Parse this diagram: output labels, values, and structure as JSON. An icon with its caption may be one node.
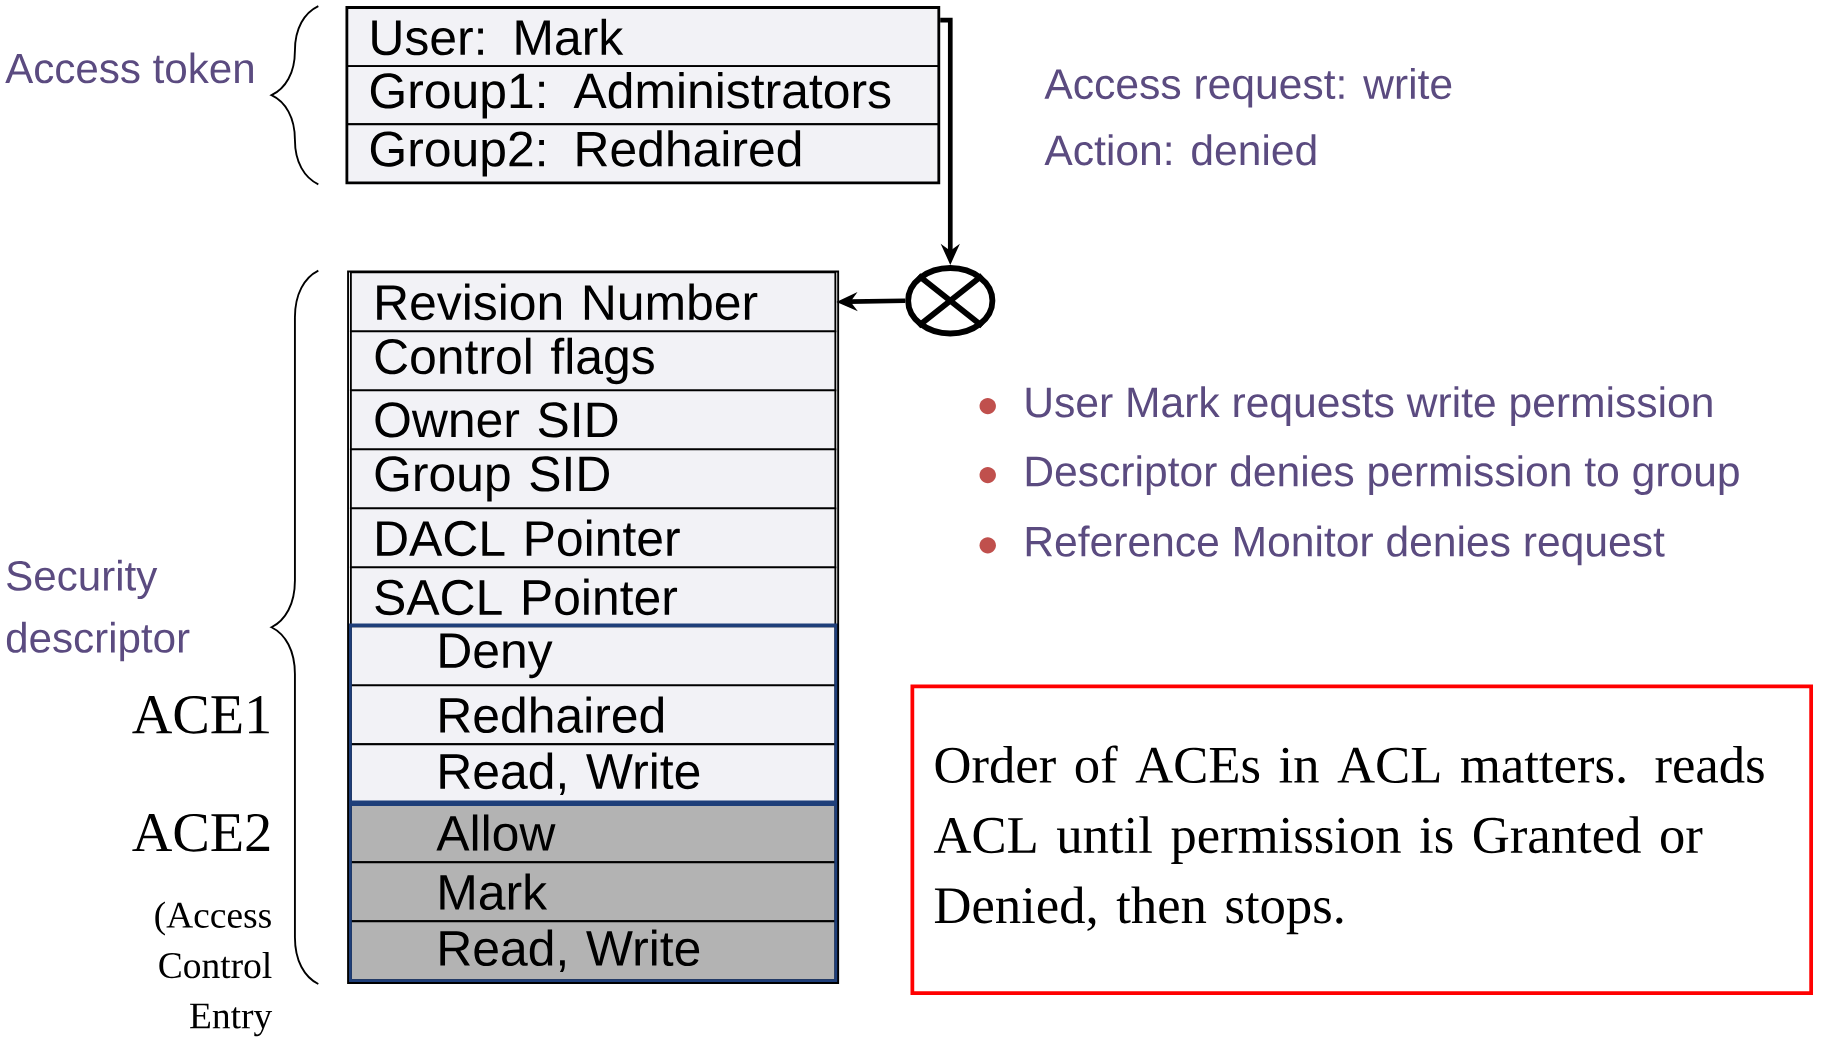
{
  "diagram": {
    "nodes": [
      {
        "text": [
          "Access token"
        ]
      },
      {
        "text": [
          "User: Mark"
        ],
        "in": 0
      },
      {
        "text": [
          "Group1: Administrators"
        ],
        "in": 0
      },
      {
        "text": [
          "Group2: Redhaired"
        ],
        "in": 0
      },
      {
        "text": [],
        "shape": "circle"
      },
      {
        "text": [
          "Security descriptor"
        ]
      },
      {
        "text": [
          "Revision Number"
        ],
        "in": 5
      },
      {
        "text": [
          "Control flags"
        ],
        "in": 5
      },
      {
        "text": [
          "Owner SID"
        ],
        "in": 5
      },
      {
        "text": [
          "Group SID"
        ],
        "in": 5
      },
      {
        "text": [
          "DACL Pointer"
        ],
        "in": 5
      },
      {
        "text": [
          "SACL Pointer"
        ],
        "in": 5
      },
      {
        "text": [
          "ACE1"
        ],
        "in": 5
      },
      {
        "text": [
          "Deny"
        ],
        "in": 12
      },
      {
        "text": [
          "Redhaired"
        ],
        "in": 12
      },
      {
        "text": [
          "Read, Write"
        ],
        "in": 12
      },
      {
        "text": [
          "ACE2",
          "(Access Control Entry"
        ],
        "in": 5
      },
      {
        "text": [
          "Allow"
        ],
        "in": 16
      },
      {
        "text": [
          "Mark"
        ],
        "in": 16
      },
      {
        "text": [
          "Read, Write"
        ],
        "in": 16
      },
      {
        "text": [
          "Order of ACEs in ACL matters. reads ACL until permission is Granted or Denied, then stops."
        ]
      }
    ],
    "edges": [
      {
        "from": 0,
        "to": 4,
        "arrow": "to"
      },
      {
        "from": 4,
        "to": 6,
        "arrow": "to"
      }
    ],
    "labels": [
      "Access request: write",
      "Action: denied",
      "User Mark requests write permission",
      "Descriptor denies permission to group",
      "Reference Monitor denies request"
    ]
  }
}
